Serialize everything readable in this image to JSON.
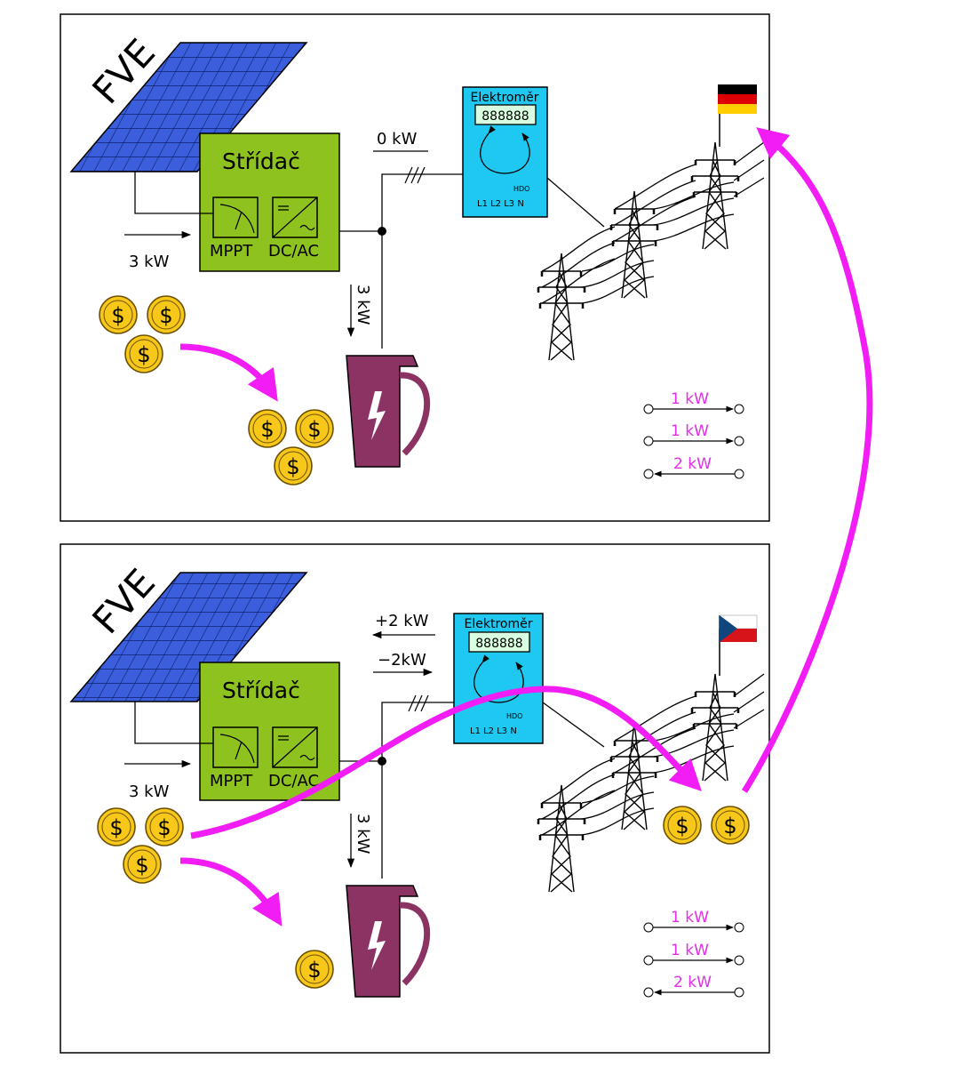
{
  "colors": {
    "inverter": "#8dc21f",
    "panel": "#3b5fdc",
    "meter": "#1ec8f0",
    "kettle": "#8b3362",
    "coin": "#f7c71a",
    "magenta": "#f21cf5"
  },
  "top": {
    "fve_label": "FVE",
    "inverter_title": "Střídač",
    "mppt_label": "MPPT",
    "dcac_label": "DC/AC",
    "solar_power": "3 kW",
    "meter_title": "Elektroměr",
    "hdo_label": "HDO",
    "terminals": "L1 L2 L3 N",
    "meter_flow": "0 kW",
    "kettle_power": "3 kW",
    "legend": [
      "1 kW",
      "1 kW",
      "2 kW"
    ],
    "country_flag": "germany-flag"
  },
  "bottom": {
    "fve_label": "FVE",
    "inverter_title": "Střídač",
    "mppt_label": "MPPT",
    "dcac_label": "DC/AC",
    "solar_power": "3 kW",
    "meter_title": "Elektroměr",
    "hdo_label": "HDO",
    "terminals": "L1 L2 L3 N",
    "flow_in": "+2 kW",
    "flow_out": "−2kW",
    "kettle_power": "3 kW",
    "legend": [
      "1 kW",
      "1 kW",
      "2 kW"
    ],
    "country_flag": "czech-flag"
  },
  "coin_symbol": "$"
}
